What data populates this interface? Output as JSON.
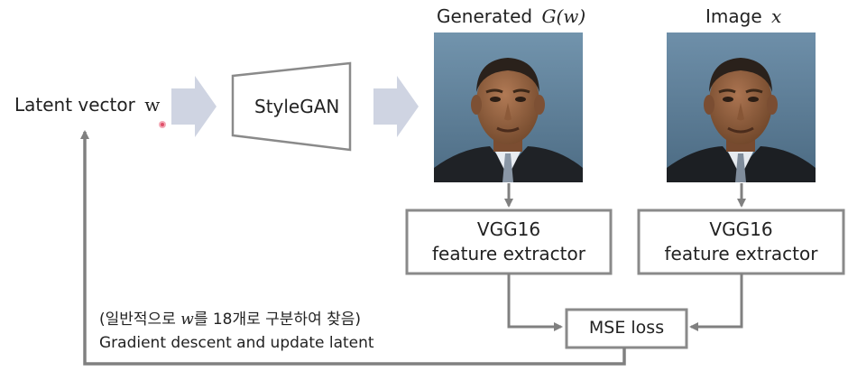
{
  "latent": {
    "label": "Latent vector",
    "symbol": "w"
  },
  "generator": {
    "label": "StyleGAN"
  },
  "generated": {
    "label": "Generated",
    "math": "G(w)"
  },
  "target": {
    "label": "Image",
    "math": "x"
  },
  "extractor_left": {
    "line1": "VGG16",
    "line2": "feature extractor"
  },
  "extractor_right": {
    "line1": "VGG16",
    "line2": "feature extractor"
  },
  "loss": {
    "label": "MSE loss"
  },
  "feedback": {
    "note_prefix": "(일반적으로 ",
    "note_symbol": "w",
    "note_suffix": "를 18개로 구분하여 찾음)",
    "caption": "Gradient descent and update latent"
  },
  "colors": {
    "arrow_gray": "#808080",
    "chevron": "#c9cfe0",
    "box_stroke": "#8a8a8a",
    "photo_bg": "#5e7f98",
    "cursor_dot": "#e0506a"
  },
  "icons": [
    "chevron-right-icon",
    "chevron-right-icon",
    "face-photo-icon",
    "face-photo-icon"
  ]
}
